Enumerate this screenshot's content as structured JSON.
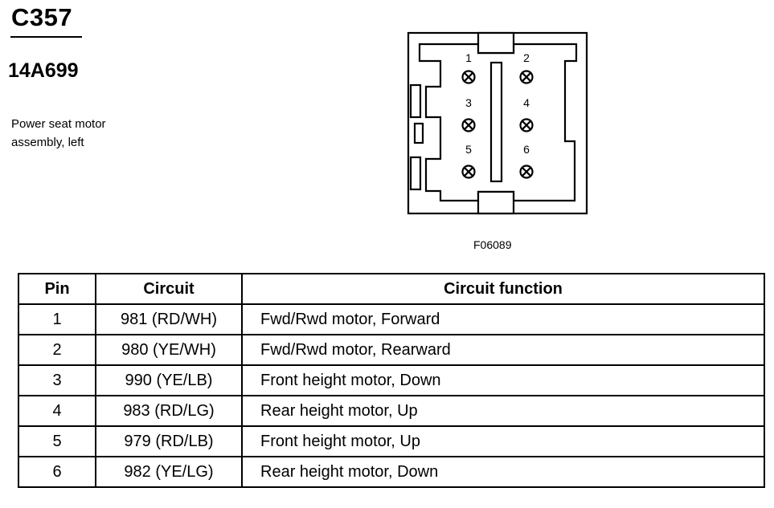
{
  "connector": {
    "id": "C357",
    "part_number": "14A699",
    "description_line1": "Power seat motor",
    "description_line2": "assembly, left",
    "figure_code": "F06089",
    "pin_labels": [
      "1",
      "2",
      "3",
      "4",
      "5",
      "6"
    ]
  },
  "table": {
    "headers": [
      "Pin",
      "Circuit",
      "Circuit function"
    ],
    "rows": [
      {
        "pin": "1",
        "circuit": "981 (RD/WH)",
        "function": "Fwd/Rwd motor, Forward"
      },
      {
        "pin": "2",
        "circuit": "980 (YE/WH)",
        "function": "Fwd/Rwd motor, Rearward"
      },
      {
        "pin": "3",
        "circuit": "990 (YE/LB)",
        "function": "Front height motor, Down"
      },
      {
        "pin": "4",
        "circuit": "983 (RD/LG)",
        "function": "Rear height motor, Up"
      },
      {
        "pin": "5",
        "circuit": "979 (RD/LB)",
        "function": "Front height motor, Up"
      },
      {
        "pin": "6",
        "circuit": "982 (YE/LG)",
        "function": "Rear height motor, Down"
      }
    ]
  }
}
